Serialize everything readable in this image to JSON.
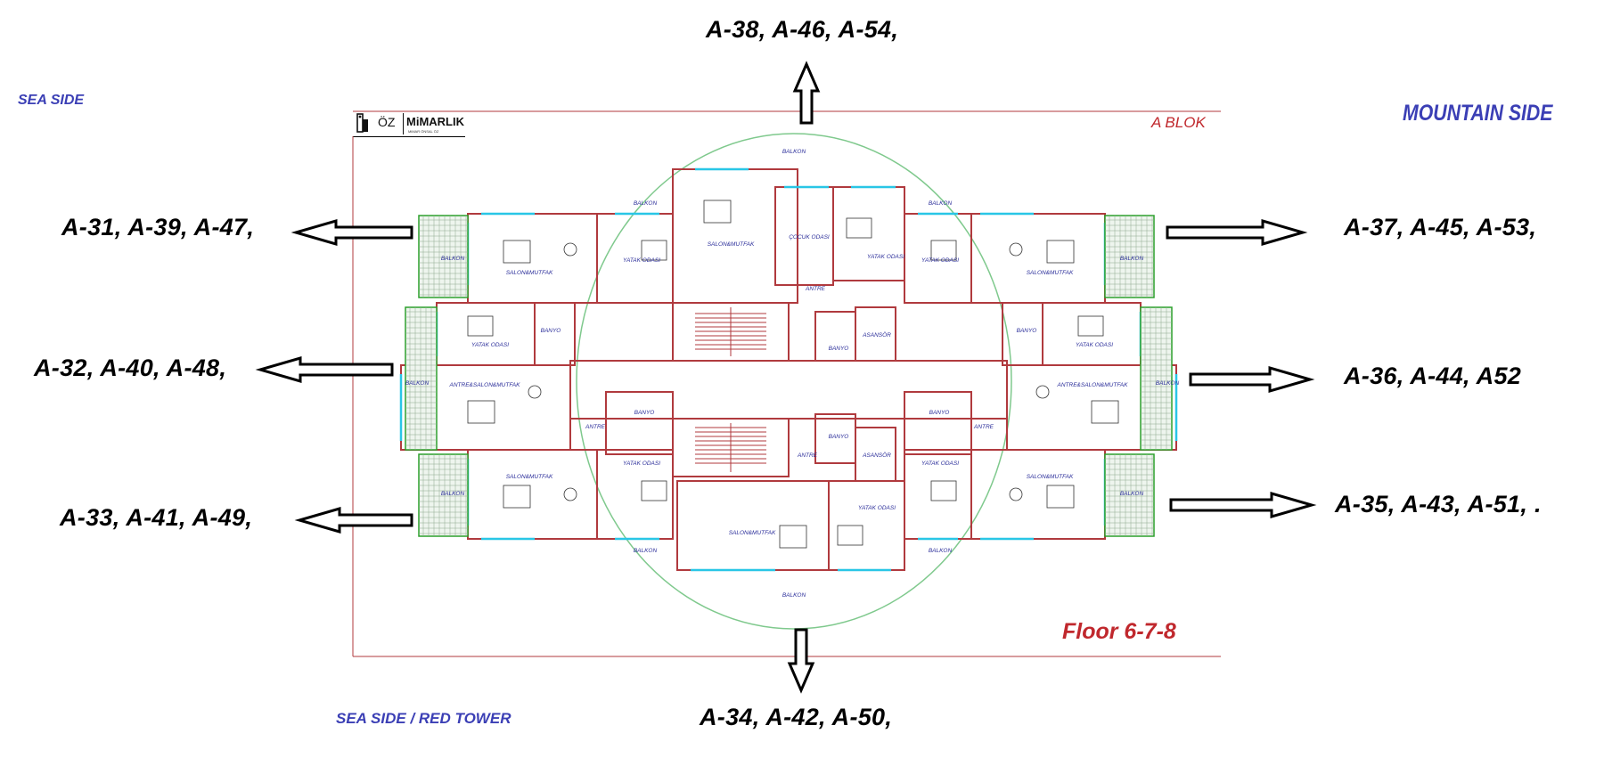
{
  "labels": {
    "sea_side": "SEA SIDE",
    "mountain_side": "MOUNTAIN SIDE",
    "sea_side_red_tower": "SEA SIDE / RED TOWER",
    "block": "A BLOK",
    "floor": "Floor  6-7-8"
  },
  "logo": {
    "brand_left": "ÖZ",
    "brand_right": "MiMARLIK",
    "subline": "MiMAR ÖNSAL ÖZ"
  },
  "units": {
    "top": "A-38, A-46, A-54,",
    "bottom": "A-34, A-42, A-50,",
    "left_upper": "A-31, A-39, A-47,",
    "left_middle": "A-32, A-40, A-48,",
    "left_lower": "A-33, A-41, A-49,",
    "right_upper": "A-37, A-45, A-53,",
    "right_middle": "A-36, A-44, A52",
    "right_lower": "A-35, A-43, A-51, ."
  },
  "rooms": {
    "balkon": "BALKON",
    "salon_mutfak": "SALON&MUTFAK",
    "yatak_odasi": "YATAK ODASI",
    "cocuk_odasi": "ÇOCUK ODASI",
    "antre": "ANTRE",
    "banyo": "BANYO",
    "asansor": "ASANSÖR",
    "antre_salon_mutfak": "ANTRE&SALON&MUTFAK"
  },
  "colors": {
    "wall": "#b03a3e",
    "window": "#29c6e6",
    "balcony_edge": "#2ca02c",
    "arc": "#7fc98d",
    "label_blue": "#3b3fb5",
    "label_red": "#c0282d"
  }
}
